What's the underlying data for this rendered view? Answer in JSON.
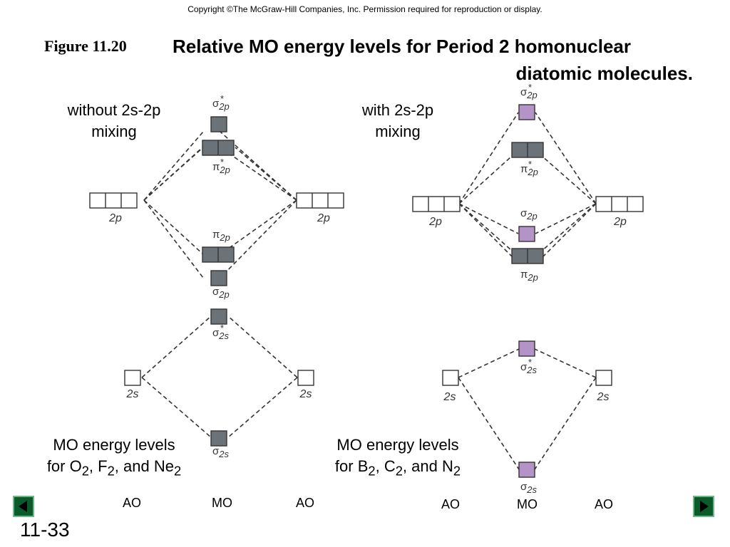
{
  "copyright": "Copyright ©The McGraw-Hill Companies, Inc.  Permission required for reproduction or display.",
  "figure_label": "Figure 11.20",
  "title_line1": "Relative MO energy levels for Period 2 homonuclear",
  "title_line2": "diatomic molecules.",
  "left": {
    "caption_line1": "without 2s-2p",
    "caption_line2": "mixing",
    "note_line1": "MO energy levels",
    "note_for": "for O",
    "note_comma1": ", F",
    "note_and": ", and Ne",
    "sub": "2",
    "ao_left": "AO",
    "mo": "MO",
    "ao_right": "AO"
  },
  "right": {
    "caption_line1": "with 2s-2p",
    "caption_line2": "mixing",
    "note_line1": "MO energy levels",
    "note_for": "for B",
    "note_comma1": ", C",
    "note_and": ", and N",
    "sub": "2",
    "ao_left": "AO",
    "mo": "MO",
    "ao_right": "AO"
  },
  "labels": {
    "ao_2p": "2p",
    "ao_2s": "2s",
    "sigma": "σ",
    "pi": "π",
    "star": "*",
    "sub_2p": "2p",
    "sub_2s": "2s"
  },
  "page_number": "11-33",
  "colors": {
    "filled_gray": "#6b7278",
    "filled_purple": "#b494c8",
    "nav_green": "#0a5a2a"
  },
  "icons": {
    "prev": "triangle-left-icon",
    "next": "triangle-right-icon"
  }
}
